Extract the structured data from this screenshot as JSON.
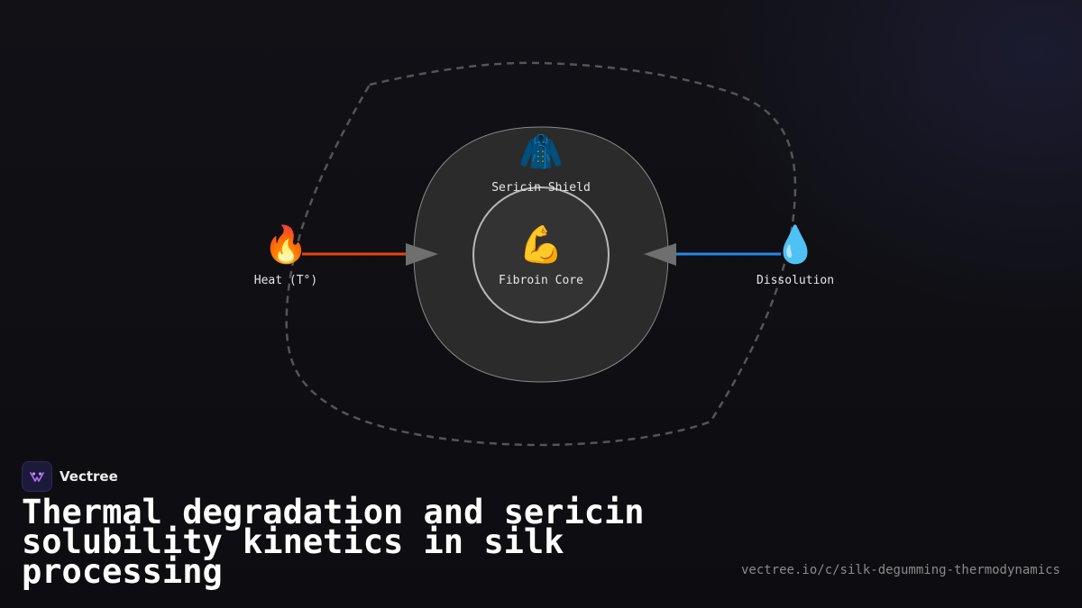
{
  "brand": {
    "name": "Vectree"
  },
  "title": "Thermal degradation and sericin solubility kinetics in silk processing",
  "url": "vectree.io/c/silk-degumming-thermodynamics",
  "colors": {
    "heat_arrow": "#e8450f",
    "dissolution_arrow": "#2a86e8",
    "shield_fill": "#2a2a2a",
    "dashed_outline": "#555555"
  },
  "nodes": {
    "sericin": {
      "icon": "coat-icon",
      "glyph": "🧥",
      "label": "Sericin Shield"
    },
    "fibroin": {
      "icon": "flexed-biceps-icon",
      "glyph": "💪",
      "label": "Fibroin Core"
    },
    "heat": {
      "icon": "fire-icon",
      "glyph": "🔥",
      "label": "Heat (T°)"
    },
    "dissolution": {
      "icon": "droplet-icon",
      "glyph": "💧",
      "label": "Dissolution"
    }
  }
}
